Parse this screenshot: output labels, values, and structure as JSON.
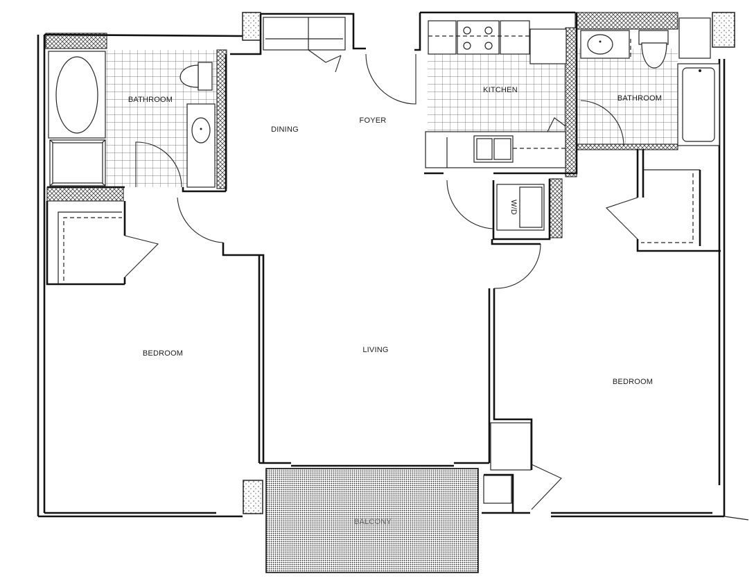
{
  "floorplan": {
    "rooms": {
      "bathroom_left": "BATHROOM",
      "dining": "DINING",
      "foyer": "FOYER",
      "kitchen": "KITCHEN",
      "bathroom_right": "BATHROOM",
      "bedroom_left": "BEDROOM",
      "living": "LIVING",
      "bedroom_right": "BEDROOM",
      "balcony": "BALCONY"
    },
    "fixtures": {
      "washer_dryer": "W/D"
    }
  }
}
